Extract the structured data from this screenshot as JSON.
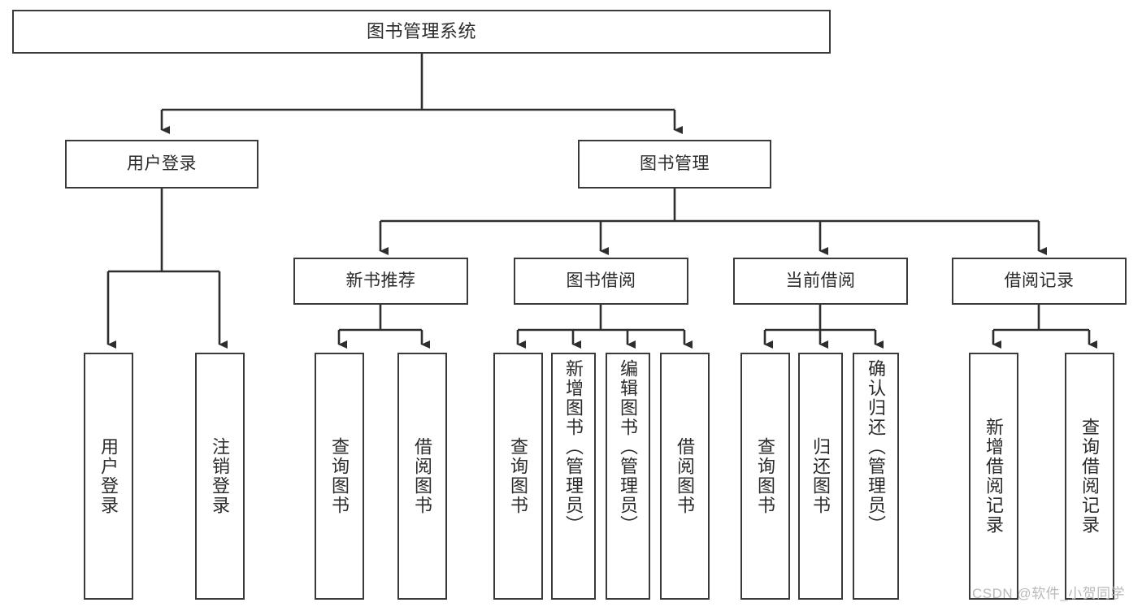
{
  "diagram": {
    "type": "tree-hierarchy",
    "title": "图书管理系统",
    "root": {
      "id": "root",
      "label": "图书管理系统"
    },
    "level2": [
      {
        "id": "user-login",
        "label": "用户登录"
      },
      {
        "id": "book-management",
        "label": "图书管理"
      }
    ],
    "level3": [
      {
        "id": "new-book-recommend",
        "label": "新书推荐",
        "parent": "book-management"
      },
      {
        "id": "book-borrow",
        "label": "图书借阅",
        "parent": "book-management"
      },
      {
        "id": "current-borrow",
        "label": "当前借阅",
        "parent": "book-management"
      },
      {
        "id": "borrow-record",
        "label": "借阅记录",
        "parent": "book-management"
      }
    ],
    "leaves": [
      {
        "id": "leaf-user-login",
        "label": "用户登录",
        "parent": "user-login"
      },
      {
        "id": "leaf-logout",
        "label": "注销登录",
        "parent": "user-login"
      },
      {
        "id": "leaf-query-book-1",
        "label": "查询图书",
        "parent": "new-book-recommend"
      },
      {
        "id": "leaf-borrow-book-1",
        "label": "借阅图书",
        "parent": "new-book-recommend"
      },
      {
        "id": "leaf-query-book-2",
        "label": "查询图书",
        "parent": "book-borrow"
      },
      {
        "id": "leaf-add-book",
        "label": "新增图书（管理员）",
        "parent": "book-borrow"
      },
      {
        "id": "leaf-edit-book",
        "label": "编辑图书（管理员）",
        "parent": "book-borrow"
      },
      {
        "id": "leaf-borrow-book-2",
        "label": "借阅图书",
        "parent": "book-borrow"
      },
      {
        "id": "leaf-query-book-3",
        "label": "查询图书",
        "parent": "current-borrow"
      },
      {
        "id": "leaf-return-book",
        "label": "归还图书",
        "parent": "current-borrow"
      },
      {
        "id": "leaf-confirm-return",
        "label": "确认归还（管理员）",
        "parent": "current-borrow"
      },
      {
        "id": "leaf-add-record",
        "label": "新增借阅记录",
        "parent": "borrow-record"
      },
      {
        "id": "leaf-query-record",
        "label": "查询借阅记录",
        "parent": "borrow-record"
      }
    ],
    "watermark": "CSDN @软件_小贺同学",
    "colors": {
      "background": "#ffffff",
      "border": "#3a3a3a",
      "text": "#2b2b2b",
      "connector": "#2e2e2e",
      "watermark": "#b9b9b9"
    }
  }
}
